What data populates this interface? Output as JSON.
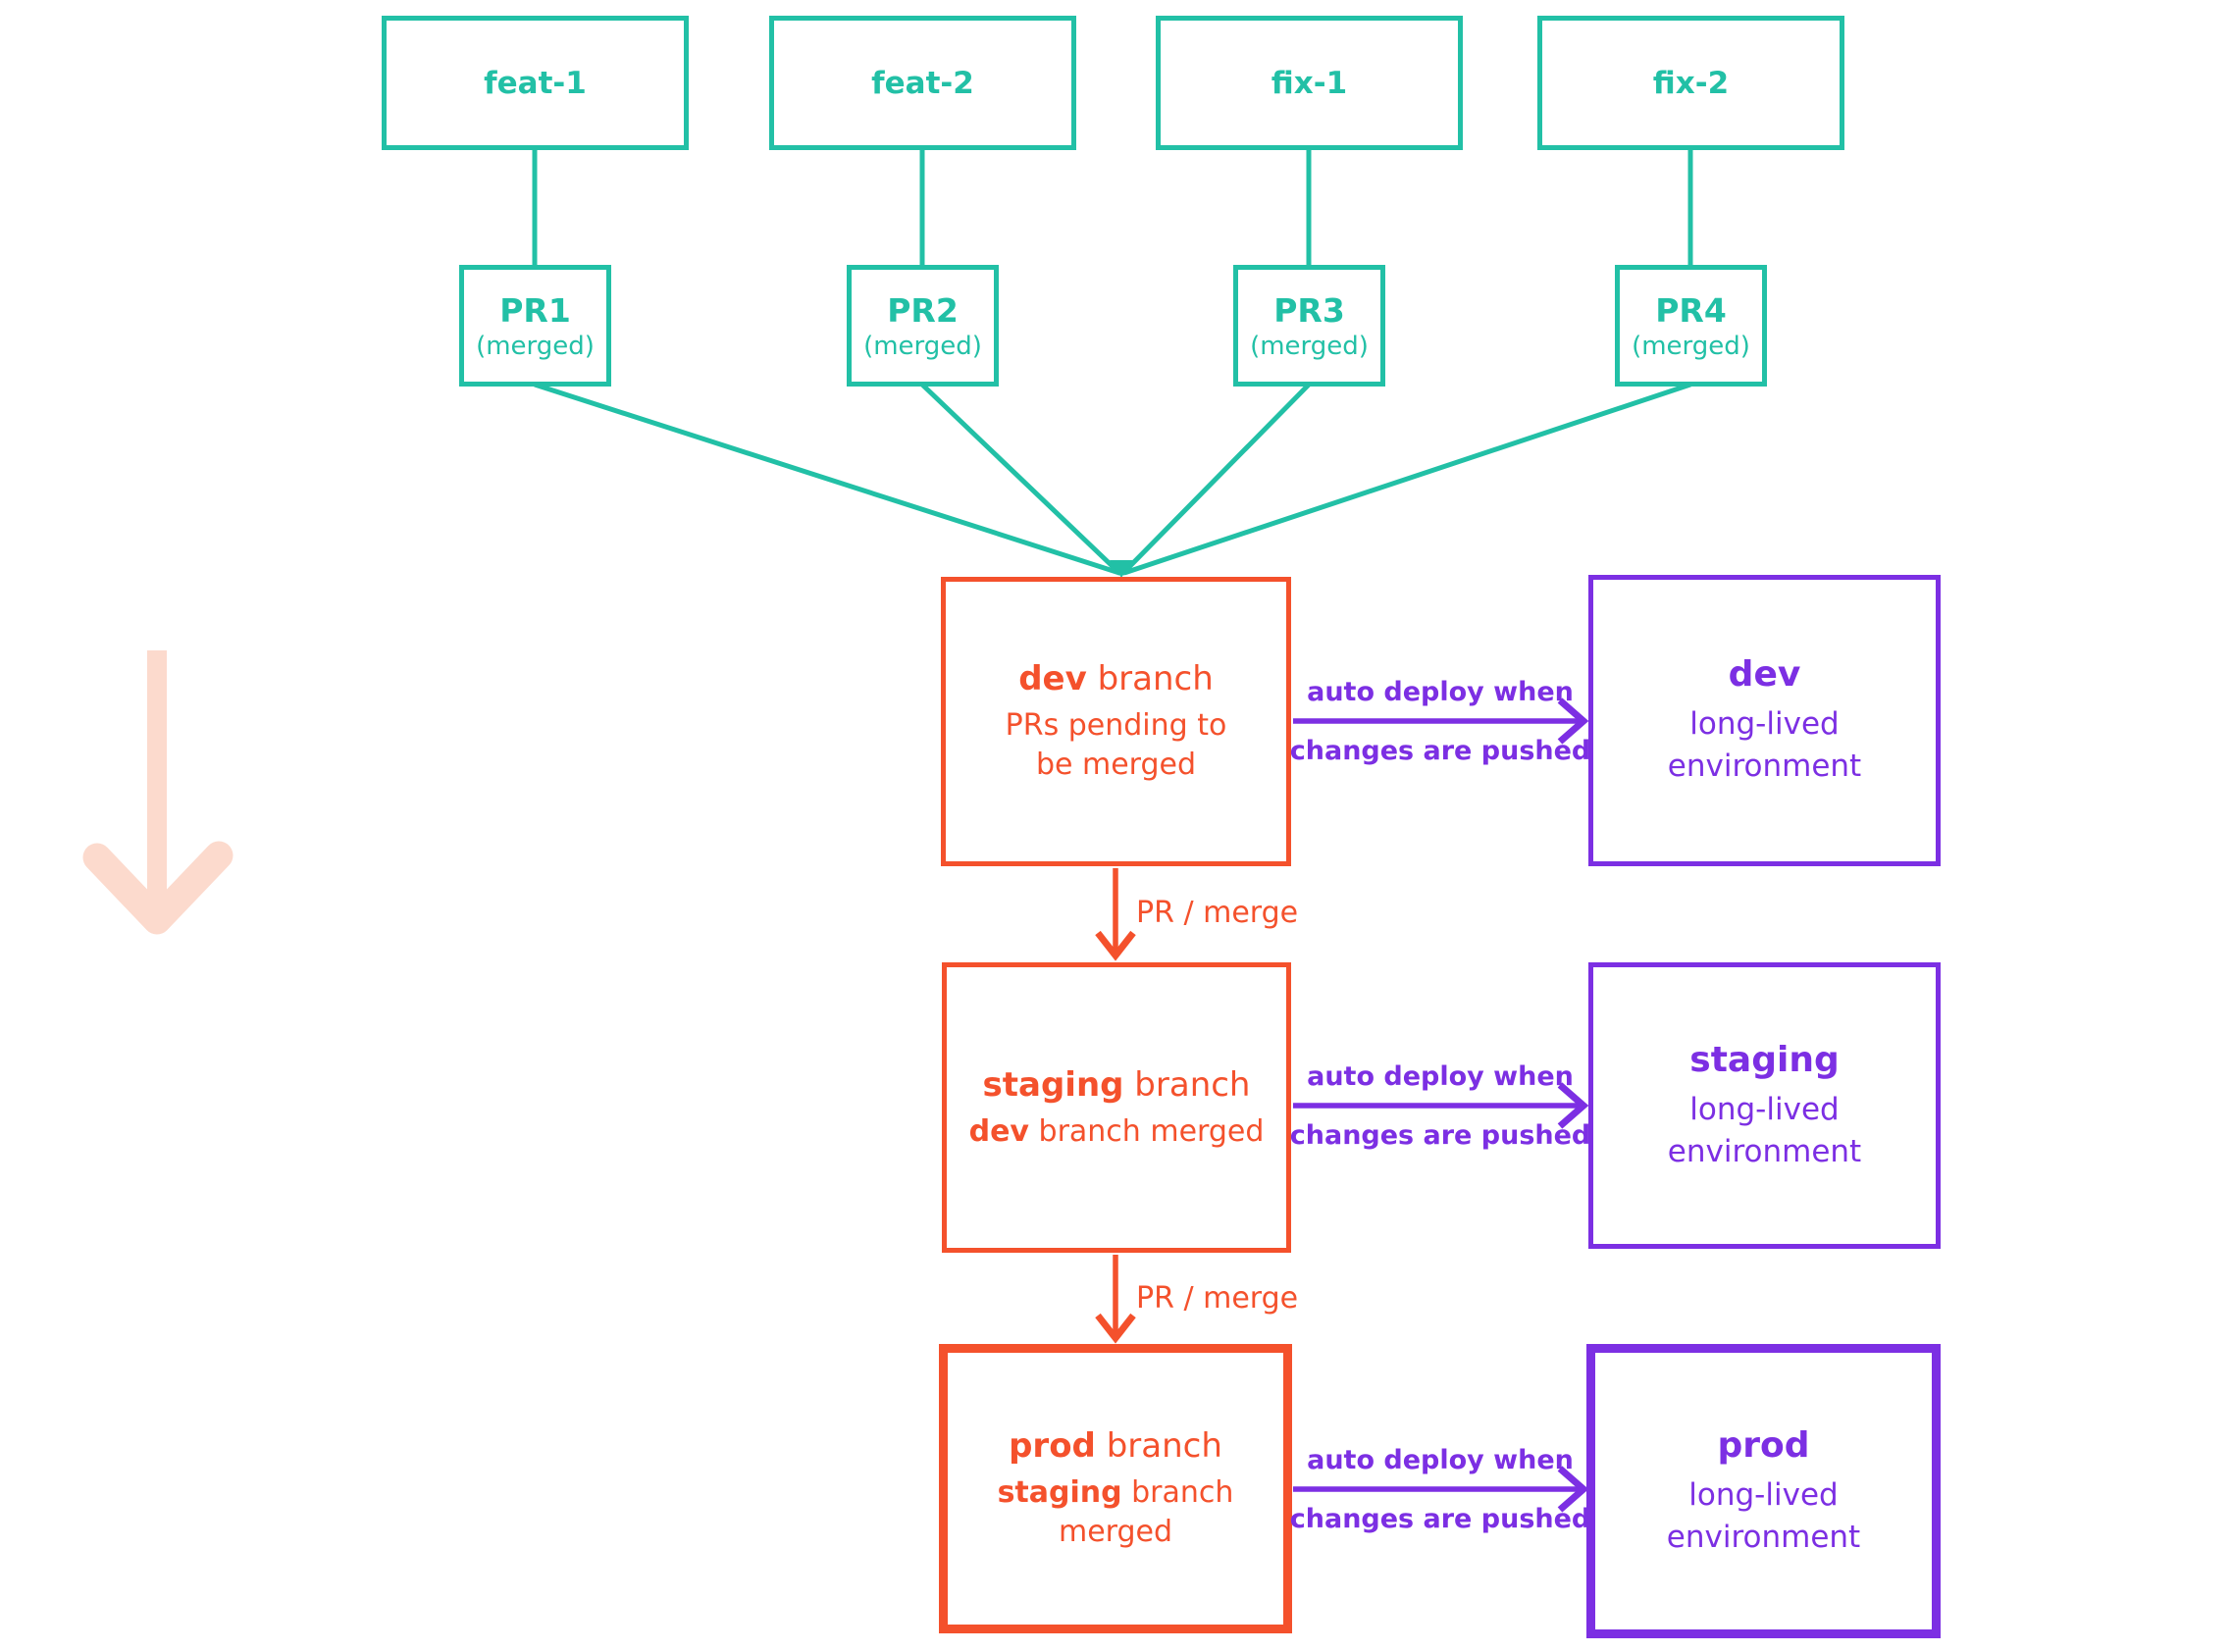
{
  "colors": {
    "teal": "#22c0a6",
    "orange": "#f4512c",
    "purple": "#7c2fe3",
    "pink": "#fcdacd"
  },
  "feature_branches": [
    {
      "label": "feat-1"
    },
    {
      "label": "feat-2"
    },
    {
      "label": "fix-1"
    },
    {
      "label": "fix-2"
    }
  ],
  "pull_requests": [
    {
      "label": "PR1",
      "status": "(merged)"
    },
    {
      "label": "PR2",
      "status": "(merged)"
    },
    {
      "label": "PR3",
      "status": "(merged)"
    },
    {
      "label": "PR4",
      "status": "(merged)"
    }
  ],
  "branches": [
    {
      "name": "dev",
      "title_rest": " branch",
      "sub_bold": "",
      "sub_rest": "PRs pending to be merged"
    },
    {
      "name": "staging",
      "title_rest": " branch",
      "sub_bold": "dev",
      "sub_rest": " branch merged"
    },
    {
      "name": "prod",
      "title_rest": " branch",
      "sub_bold": "staging",
      "sub_rest": " branch merged"
    }
  ],
  "environments": [
    {
      "name": "dev",
      "description": "long-lived environment"
    },
    {
      "name": "staging",
      "description": "long-lived environment"
    },
    {
      "name": "prod",
      "description": "long-lived environment"
    }
  ],
  "labels": {
    "deploy_line1": "auto deploy when",
    "deploy_line2": "changes are pushed",
    "merge": "PR / merge"
  },
  "icons": {
    "flow_direction": "down-arrow"
  }
}
